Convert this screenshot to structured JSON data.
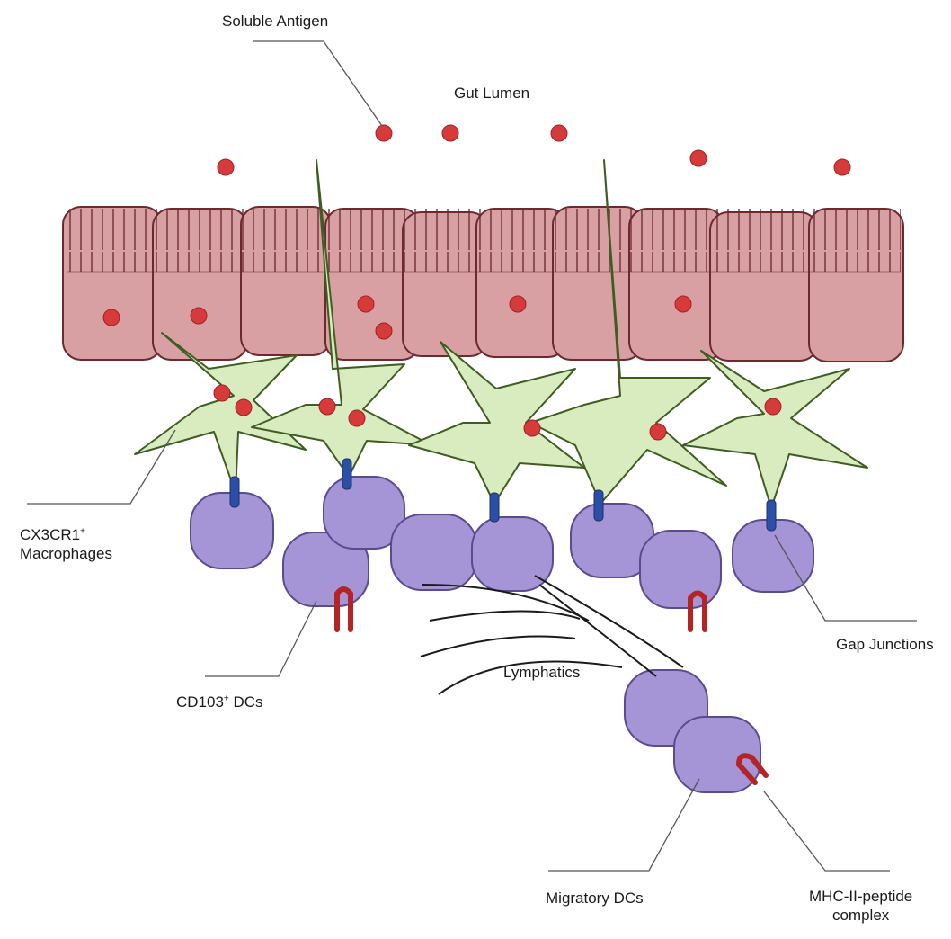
{
  "labels": {
    "soluble_antigen": "Soluble Antigen",
    "gut_lumen": "Gut Lumen",
    "macrophages_line1": "CX3CR1",
    "macrophages_sup": "+",
    "macrophages_line2": "Macrophages",
    "cd103_main": "CD103",
    "cd103_sup": "+",
    "cd103_tail": " DCs",
    "lymphatics": "Lymphatics",
    "gap_junctions": "Gap Junctions",
    "migratory_dcs": "Migratory DCs",
    "mhc_line1": "MHC-II-peptide",
    "mhc_line2": "complex"
  },
  "colors": {
    "epithelium_fill": "#d9a0a3",
    "epithelium_stroke": "#6b2a2e",
    "macrophage_fill": "#d8ecbf",
    "macrophage_stroke": "#3f5c22",
    "dc_fill": "#a594d6",
    "dc_stroke": "#5a4a8e",
    "antigen": "#d63a3a",
    "gap_junction": "#2b4fa6",
    "mhc": "#b52424",
    "leader_line": "#555555"
  },
  "icons": {
    "antigen": "red-dot-icon",
    "gap_junction": "blue-connector-icon",
    "mhc": "red-hairpin-icon"
  }
}
